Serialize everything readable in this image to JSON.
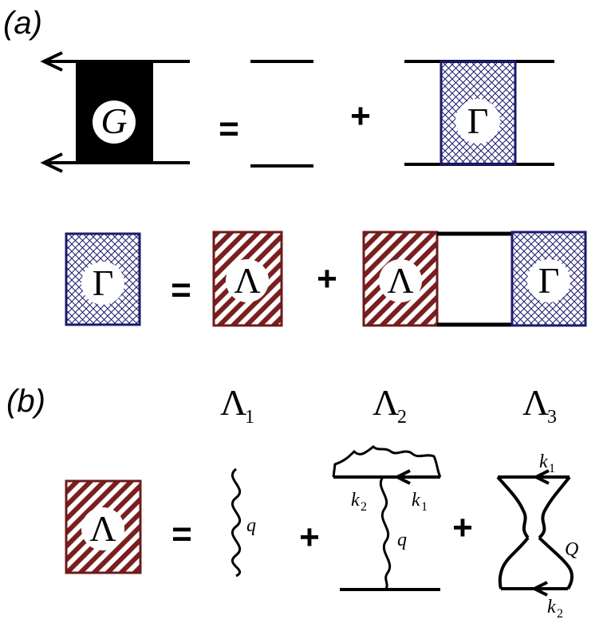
{
  "panel_a": {
    "label": "(a)",
    "eq1": {
      "lhs_symbol": "G",
      "equals": "=",
      "plus": "+",
      "rhs_symbol": "Γ"
    },
    "eq2": {
      "lhs_symbol": "Γ",
      "equals": "=",
      "term1_symbol": "Λ",
      "plus": "+",
      "term2_left_symbol": "Λ",
      "term2_right_symbol": "Γ"
    }
  },
  "panel_b": {
    "label": "(b)",
    "headers": [
      {
        "symbol": "Λ",
        "sub": "1"
      },
      {
        "symbol": "Λ",
        "sub": "2"
      },
      {
        "symbol": "Λ",
        "sub": "3"
      }
    ],
    "lhs_symbol": "Λ",
    "equals": "=",
    "plus1": "+",
    "plus2": "+",
    "diagram1": {
      "momentum": "q"
    },
    "diagram2": {
      "k2": "k",
      "k2_sub": "2",
      "k1": "k",
      "k1_sub": "1",
      "q": "q"
    },
    "diagram3": {
      "k1": "k",
      "k1_sub": "1",
      "Q": "Q",
      "k2": "k",
      "k2_sub": "2"
    }
  },
  "colors": {
    "gamma_border": "#1a1a6e",
    "gamma_hatch": "#1a1a6e",
    "lambda_border": "#6e1a1a",
    "lambda_hatch": "#7a1f1f",
    "g_fill": "#000000"
  }
}
